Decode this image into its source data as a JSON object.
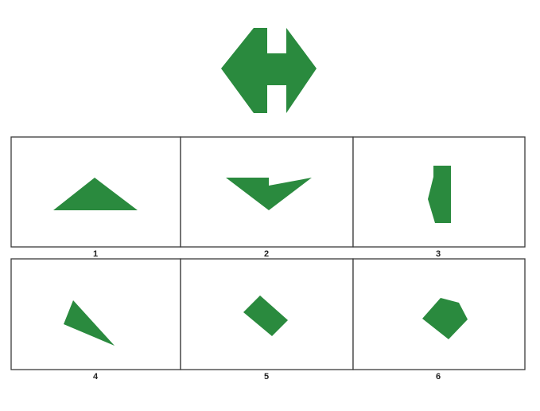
{
  "colors": {
    "shape_fill": "#2a8a3e",
    "panel_border": "#3a3a3a",
    "background": "#ffffff"
  },
  "target_figure": {
    "description_icon": "double-arrow-h-shape"
  },
  "options": [
    {
      "label": "1",
      "shape": "triangle"
    },
    {
      "label": "2",
      "shape": "chevron"
    },
    {
      "label": "3",
      "shape": "pentagon-bar"
    },
    {
      "label": "4",
      "shape": "triangle-slanted"
    },
    {
      "label": "5",
      "shape": "square-rotated"
    },
    {
      "label": "6",
      "shape": "pentagon"
    }
  ]
}
